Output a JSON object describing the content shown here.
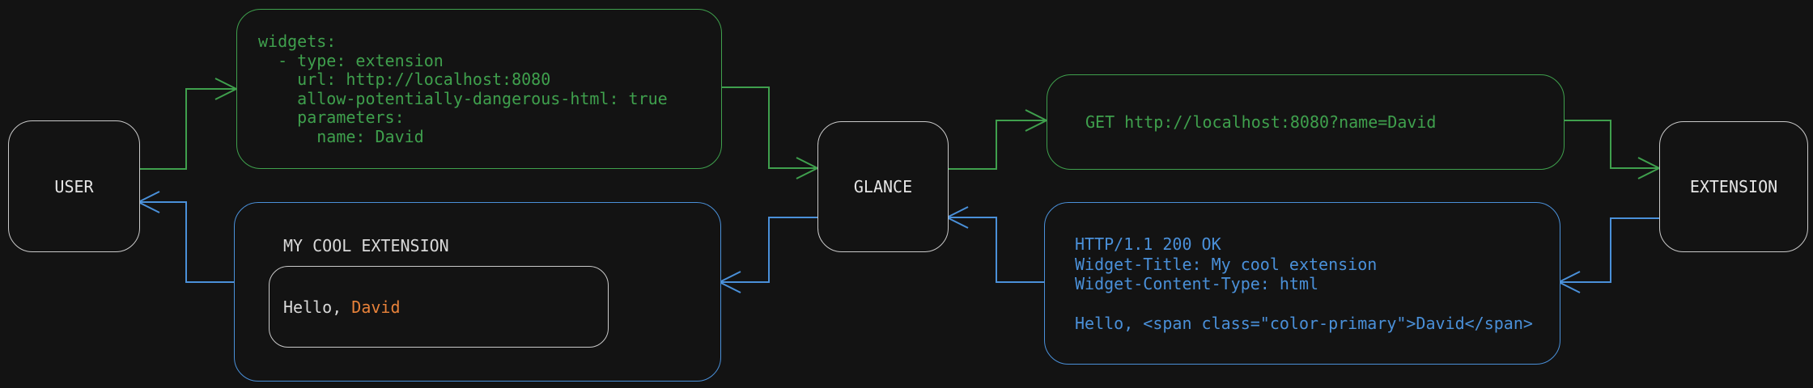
{
  "colors": {
    "background": "#131313",
    "green_accent": "#3fa04d",
    "blue_accent": "#4a90d9",
    "orange_accent": "#e8823a",
    "node_border": "#c9c9c9",
    "light_text": "#d9d9d9"
  },
  "nodes": {
    "user": {
      "label": "USER"
    },
    "glance": {
      "label": "GLANCE"
    },
    "extension": {
      "label": "EXTENSION"
    }
  },
  "config_box": {
    "code": "widgets:\n  - type: extension\n    url: http://localhost:8080\n    allow-potentially-dangerous-html: true\n    parameters:\n      name: David"
  },
  "request_box": {
    "code": "GET http://localhost:8080?name=David"
  },
  "response_box": {
    "code": "HTTP/1.1 200 OK\nWidget-Title: My cool extension\nWidget-Content-Type: html\n\nHello, <span class=\"color-primary\">David</span>"
  },
  "widget_box": {
    "title": "MY COOL EXTENSION",
    "greeting_prefix": "Hello, ",
    "greeting_name": "David"
  }
}
